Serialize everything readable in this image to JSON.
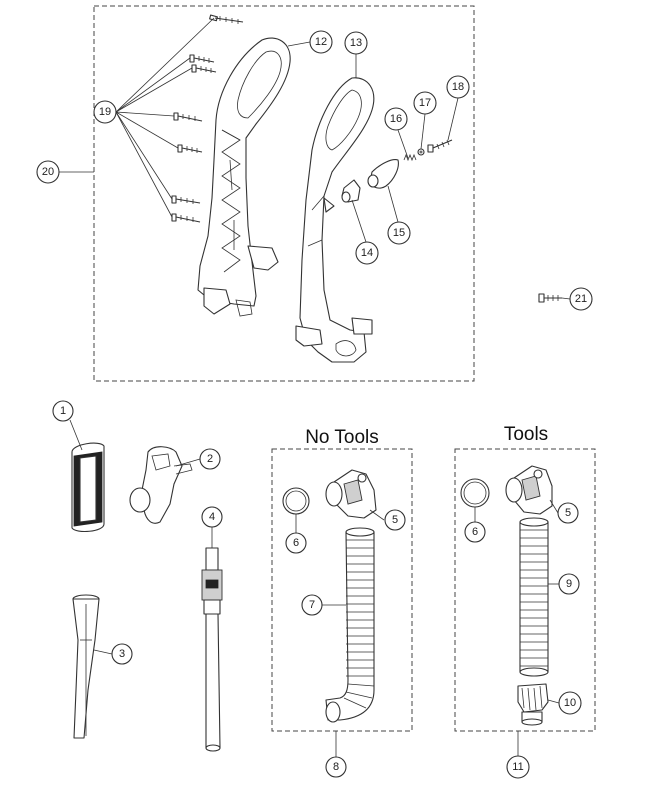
{
  "headings": {
    "no_tools": "No Tools",
    "tools": "Tools"
  },
  "callouts": [
    "1",
    "2",
    "3",
    "4",
    "5",
    "6",
    "7",
    "8",
    "9",
    "10",
    "11",
    "12",
    "13",
    "14",
    "15",
    "16",
    "17",
    "18",
    "19",
    "20",
    "21"
  ]
}
